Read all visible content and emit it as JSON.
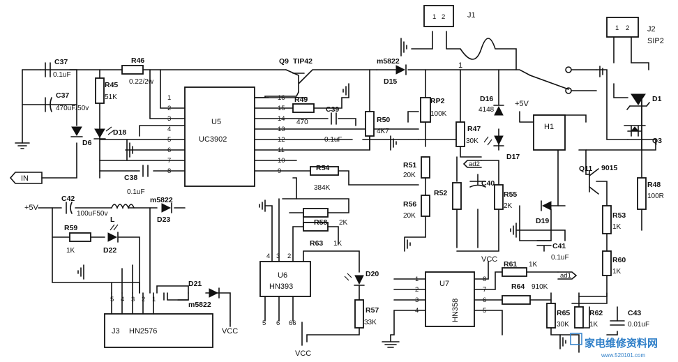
{
  "ports": {
    "in": "IN",
    "ad1": "ad1",
    "ad2": "ad2",
    "plus5v_left": "+5V",
    "plus5v_top": "+5V",
    "vcc_u3": "VCC",
    "vcc_u6": "VCC",
    "vcc_u7": "VCC"
  },
  "components": {
    "c37a": {
      "ref": "C37",
      "value": "0.1uF"
    },
    "c37b": {
      "ref": "C37",
      "value": "470uF/50v"
    },
    "r46": {
      "ref": "R46",
      "value": "0.22/2w"
    },
    "r45": {
      "ref": "R45",
      "value": "51K"
    },
    "d6": {
      "ref": "D6"
    },
    "d18": {
      "ref": "D18"
    },
    "c38": {
      "ref": "C38",
      "value": "0.1uF"
    },
    "q9": {
      "ref": "Q9",
      "value": "TIP42"
    },
    "r49": {
      "ref": "R49",
      "value": "470"
    },
    "c39": {
      "ref": "C39",
      "value": "0.1uF"
    },
    "d15": {
      "ref": "D15",
      "value": "m5822"
    },
    "r50": {
      "ref": "R50",
      "value": "4K7"
    },
    "rp2": {
      "ref": "RP2",
      "value": "100K"
    },
    "r47": {
      "ref": "R47",
      "value": "30K"
    },
    "r51": {
      "ref": "R51",
      "value": "20K"
    },
    "r52": {
      "ref": "R52"
    },
    "r56": {
      "ref": "R56",
      "value": "20K"
    },
    "c40": {
      "ref": "C40"
    },
    "r55": {
      "ref": "R55",
      "value": "2K"
    },
    "d16": {
      "ref": "D16",
      "value": "4148"
    },
    "d17": {
      "ref": "D17"
    },
    "r54": {
      "ref": "R54",
      "value": "384K"
    },
    "r58": {
      "ref": "R58",
      "value": "2K"
    },
    "r63": {
      "ref": "R63",
      "value": "1K"
    },
    "d20": {
      "ref": "D20"
    },
    "r57": {
      "ref": "R57",
      "value": "33K"
    },
    "c42": {
      "ref": "C42",
      "value": "100uF50v"
    },
    "inductor": {
      "ref": "L"
    },
    "d23": {
      "ref": "D23",
      "value": "m5822"
    },
    "r59": {
      "ref": "R59",
      "value": "1K"
    },
    "d22": {
      "ref": "D22"
    },
    "d21": {
      "ref": "D21",
      "value": "m5822"
    },
    "h1": {
      "ref": "H1"
    },
    "d1": {
      "ref": "D1"
    },
    "q3": {
      "ref": "Q3"
    },
    "q11": {
      "ref": "Q11",
      "value": "9015"
    },
    "r48": {
      "ref": "R48",
      "value": "100R"
    },
    "r53": {
      "ref": "R53",
      "value": "1K"
    },
    "r60": {
      "ref": "R60",
      "value": "1K"
    },
    "d19": {
      "ref": "D19"
    },
    "c41": {
      "ref": "C41",
      "value": "0.1uF"
    },
    "r61": {
      "ref": "R61",
      "value": "1K"
    },
    "r64": {
      "ref": "R64",
      "value": "910K"
    },
    "r65": {
      "ref": "R65",
      "value": "30K"
    },
    "r62": {
      "ref": "R62",
      "value": "1K"
    },
    "c43": {
      "ref": "C43",
      "value": "0.01uF"
    }
  },
  "ics": {
    "u5": {
      "ref": "U5",
      "part": "UC3902",
      "pins_left": [
        "1",
        "2",
        "3",
        "4",
        "5",
        "6",
        "7",
        "8"
      ],
      "pins_right": [
        "16",
        "15",
        "14",
        "13",
        "12",
        "11",
        "10",
        "9"
      ]
    },
    "u6": {
      "ref": "U6",
      "part": "HN393",
      "pins_top": [
        "4",
        "3",
        "2"
      ],
      "pins_bottom": [
        "5",
        "6",
        "66"
      ]
    },
    "u7": {
      "ref": "U7",
      "part": "HN358",
      "pins_left": [
        "1",
        "2",
        "3",
        "4"
      ],
      "pins_right": [
        "8",
        "7",
        "6",
        "5"
      ]
    },
    "u3": {
      "ref": "J3",
      "part": "HN2576",
      "pins_top": [
        "5",
        "4",
        "3",
        "2",
        "1"
      ]
    }
  },
  "connectors": {
    "j1": {
      "ref": "J1",
      "pins": [
        "1",
        "2"
      ]
    },
    "j2": {
      "ref": "J2",
      "type": "SIP2",
      "pins": [
        "1",
        "2"
      ]
    }
  },
  "net_labels": {
    "n1": "1"
  },
  "watermark": {
    "text": "家电维修资料网",
    "url": "www.520101.com"
  },
  "colors": {
    "ink": "#111111",
    "watermark": "#2f7fc8"
  }
}
